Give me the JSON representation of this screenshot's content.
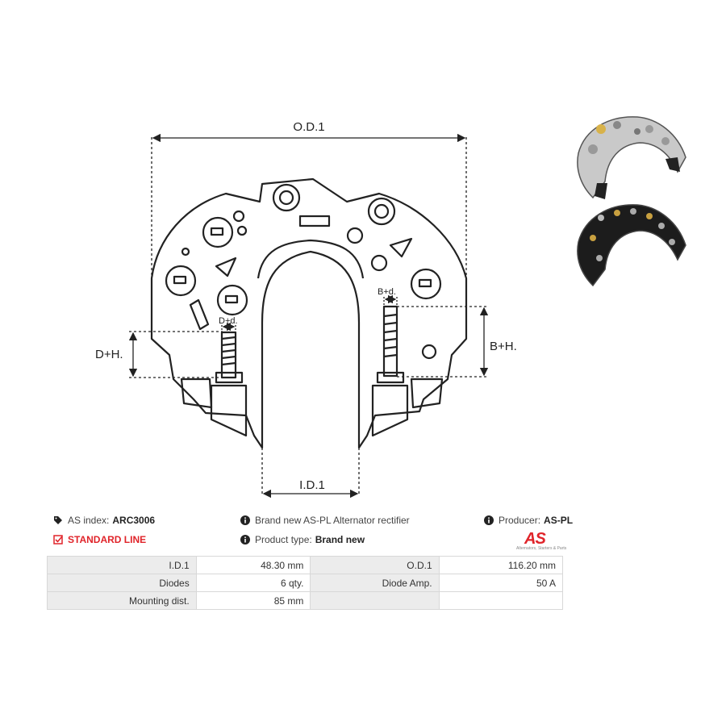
{
  "drawing": {
    "dimensions": {
      "od": "O.D.1",
      "id": "I.D.1",
      "dh": "D+H.",
      "bh": "B+H.",
      "dd": "D+d.",
      "bd": "B+d."
    }
  },
  "info": {
    "as_index_label": "AS index:",
    "as_index_value": "ARC3006",
    "description": "Brand new AS-PL Alternator rectifier",
    "producer_label": "Producer:",
    "producer_value": "AS-PL",
    "standard_line": "STANDARD LINE",
    "product_type_label": "Product type:",
    "product_type_value": "Brand new",
    "icons": [
      "tag-icon",
      "info-icon",
      "info-icon",
      "checkbox-icon",
      "info-icon"
    ]
  },
  "logo": {
    "text": "AS",
    "tagline": "Alternators, Starters & Parts",
    "color": "#e0242a"
  },
  "specs": {
    "rows": [
      {
        "k1": "I.D.1",
        "v1": "48.30 mm",
        "k2": "O.D.1",
        "v2": "116.20 mm"
      },
      {
        "k1": "Diodes",
        "v1": "6 qty.",
        "k2": "Diode Amp.",
        "v2": "50 A"
      },
      {
        "k1": "Mounting dist.",
        "v1": "85 mm",
        "k2": "",
        "v2": ""
      }
    ]
  }
}
